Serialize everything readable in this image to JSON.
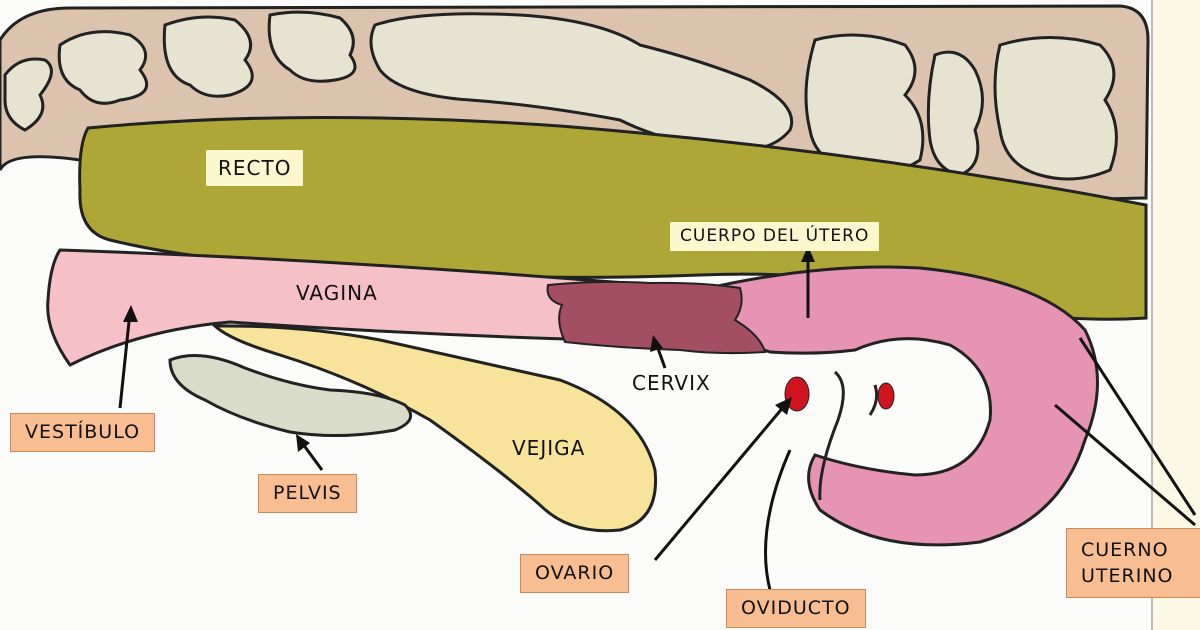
{
  "labels": {
    "recto": "RECTO",
    "cuerpo_del_utero": "CUERPO DEL ÚTERO",
    "vagina": "VAGINA",
    "cervix": "CERVIX",
    "vejiga": "VEJIGA",
    "vestibulo": "VESTÍBULO",
    "pelvis": "PELVIS",
    "ovario": "OVARIO",
    "oviducto": "OVIDUCTO",
    "cuerno_uterino_line1": "CUERNO",
    "cuerno_uterino_line2": "UTERINO"
  },
  "colors": {
    "spine": "#dcc3ad",
    "vertebra": "#e6e4d1",
    "rectum": "#aea737",
    "vagina": "#f6c0c7",
    "uterus": "#e794b4",
    "cervix": "#a44e61",
    "bladder": "#f7e39a",
    "ovary": "#d0141f",
    "label_orange": "#f8be92",
    "label_yellow": "#fbf7cf"
  }
}
